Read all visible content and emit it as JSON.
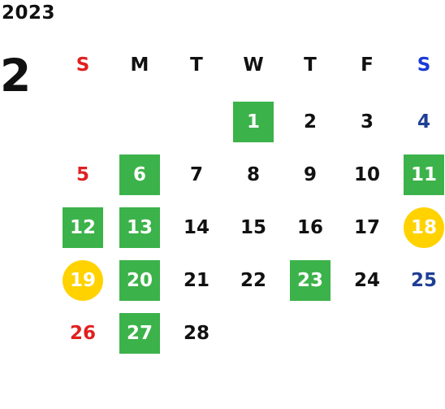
{
  "calendar": {
    "year": "2023",
    "month": "2",
    "weekdays": [
      {
        "label": "S",
        "type": "sun"
      },
      {
        "label": "M",
        "type": "weekday"
      },
      {
        "label": "T",
        "type": "weekday"
      },
      {
        "label": "W",
        "type": "weekday"
      },
      {
        "label": "T",
        "type": "weekday"
      },
      {
        "label": "F",
        "type": "weekday"
      },
      {
        "label": "S",
        "type": "sat"
      }
    ],
    "colors": {
      "sunday_text": "#e02020",
      "saturday_text": "#1f3f95",
      "saturday_header": "#1a3bd6",
      "highlight_green": "#3cb24a",
      "highlight_yellow": "#ffd200",
      "text": "#111111"
    },
    "weeks": [
      [
        null,
        null,
        null,
        {
          "d": "1",
          "type": "weekday",
          "mark": "green"
        },
        {
          "d": "2",
          "type": "weekday",
          "mark": "none"
        },
        {
          "d": "3",
          "type": "weekday",
          "mark": "none"
        },
        {
          "d": "4",
          "type": "sat",
          "mark": "none"
        }
      ],
      [
        {
          "d": "5",
          "type": "sun",
          "mark": "none"
        },
        {
          "d": "6",
          "type": "weekday",
          "mark": "green"
        },
        {
          "d": "7",
          "type": "weekday",
          "mark": "none"
        },
        {
          "d": "8",
          "type": "weekday",
          "mark": "none"
        },
        {
          "d": "9",
          "type": "weekday",
          "mark": "none"
        },
        {
          "d": "10",
          "type": "weekday",
          "mark": "none"
        },
        {
          "d": "11",
          "type": "sat",
          "mark": "green"
        }
      ],
      [
        {
          "d": "12",
          "type": "sun",
          "mark": "green"
        },
        {
          "d": "13",
          "type": "weekday",
          "mark": "green"
        },
        {
          "d": "14",
          "type": "weekday",
          "mark": "none"
        },
        {
          "d": "15",
          "type": "weekday",
          "mark": "none"
        },
        {
          "d": "16",
          "type": "weekday",
          "mark": "none"
        },
        {
          "d": "17",
          "type": "weekday",
          "mark": "none"
        },
        {
          "d": "18",
          "type": "sat",
          "mark": "yellow"
        }
      ],
      [
        {
          "d": "19",
          "type": "sun",
          "mark": "yellow"
        },
        {
          "d": "20",
          "type": "weekday",
          "mark": "green"
        },
        {
          "d": "21",
          "type": "weekday",
          "mark": "none"
        },
        {
          "d": "22",
          "type": "weekday",
          "mark": "none"
        },
        {
          "d": "23",
          "type": "weekday",
          "mark": "green"
        },
        {
          "d": "24",
          "type": "weekday",
          "mark": "none"
        },
        {
          "d": "25",
          "type": "sat",
          "mark": "none"
        }
      ],
      [
        {
          "d": "26",
          "type": "sun",
          "mark": "none"
        },
        {
          "d": "27",
          "type": "weekday",
          "mark": "green"
        },
        {
          "d": "28",
          "type": "weekday",
          "mark": "none"
        },
        null,
        null,
        null,
        null
      ]
    ]
  }
}
